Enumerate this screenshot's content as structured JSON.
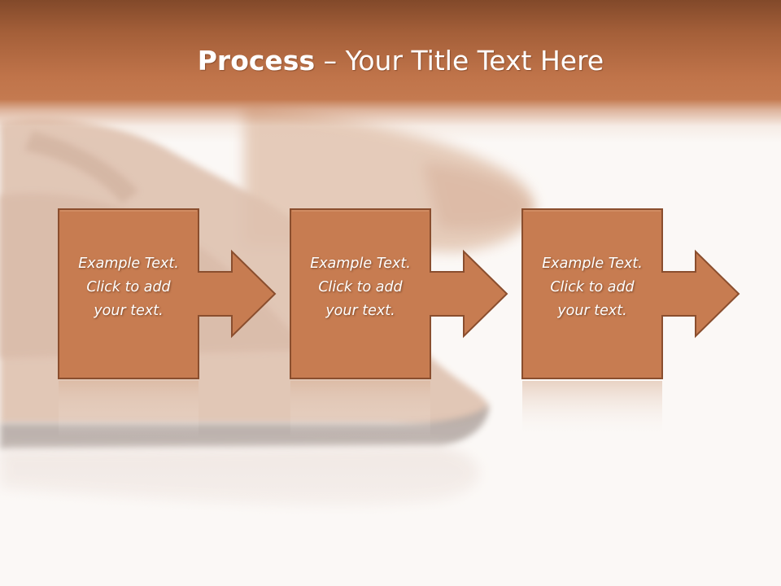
{
  "slide": {
    "title_strong": "Process",
    "title_dash": "–",
    "title_rest": "Your Title Text Here"
  },
  "steps": [
    {
      "line1": "Example Text.",
      "line2": "Click  to add",
      "line3": "your text."
    },
    {
      "line1": "Example Text.",
      "line2": "Click  to add",
      "line3": "your text."
    },
    {
      "line1": "Example Text.",
      "line2": "Click  to add",
      "line3": "your text."
    }
  ],
  "colors": {
    "title_band": "#c0744a",
    "box_fill": "#c77c51",
    "box_border": "#8a4e2e",
    "background": "#fbf8f6",
    "text": "#ffffff"
  },
  "background_image": "blurred-leather-shoe"
}
